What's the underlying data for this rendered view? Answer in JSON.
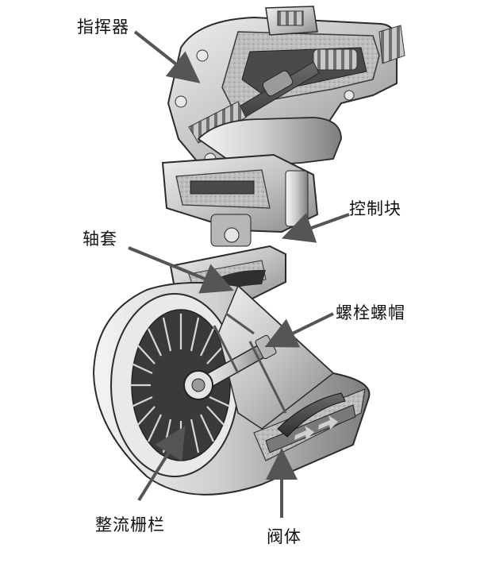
{
  "labels": {
    "indicator": "指挥器",
    "control_block": "控制块",
    "shaft_sleeve": "轴套",
    "bolt_nut": "螺栓螺帽",
    "flow_straightener": "整流栅栏",
    "valve_body": "阀体"
  },
  "colors": {
    "metal_light": "#d9d9d9",
    "metal_mid": "#a9a9a9",
    "metal_dark": "#5a5a5a",
    "outline": "#2b2b2b",
    "arrow": "#555555"
  }
}
